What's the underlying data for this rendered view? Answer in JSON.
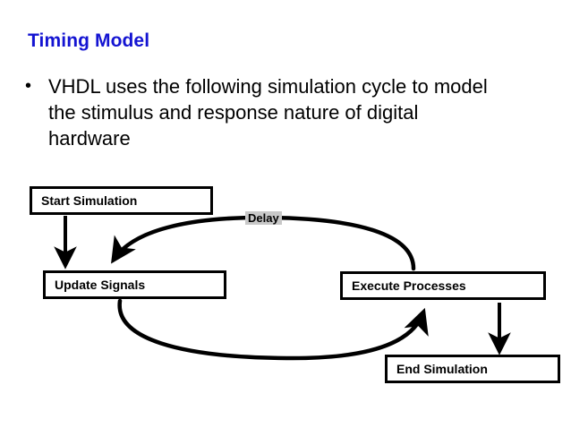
{
  "slide": {
    "title": "Timing Model",
    "title_color": "#1414d2",
    "background_color": "#ffffff",
    "bullets": [
      {
        "marker": "•",
        "text": "VHDL uses the following simulation cycle to model the stimulus and response nature of digital hardware"
      }
    ]
  },
  "diagram": {
    "type": "flow-cycle",
    "stroke_color": "#000000",
    "nodes": [
      {
        "id": "start",
        "label": "Start Simulation"
      },
      {
        "id": "update",
        "label": "Update Signals"
      },
      {
        "id": "execute",
        "label": "Execute Processes"
      },
      {
        "id": "end",
        "label": "End Simulation"
      }
    ],
    "edges": [
      {
        "from": "start",
        "to": "update",
        "label": "",
        "style": "straight-arrow"
      },
      {
        "from": "execute",
        "to": "update",
        "label": "Delay",
        "style": "arc-over"
      },
      {
        "from": "update",
        "to": "execute",
        "label": "",
        "style": "arc-under"
      },
      {
        "from": "execute",
        "to": "end",
        "label": "",
        "style": "straight-arrow"
      }
    ],
    "edge_labels": {
      "delay": "Delay",
      "delay_highlight_color": "#c8c8c8"
    }
  }
}
